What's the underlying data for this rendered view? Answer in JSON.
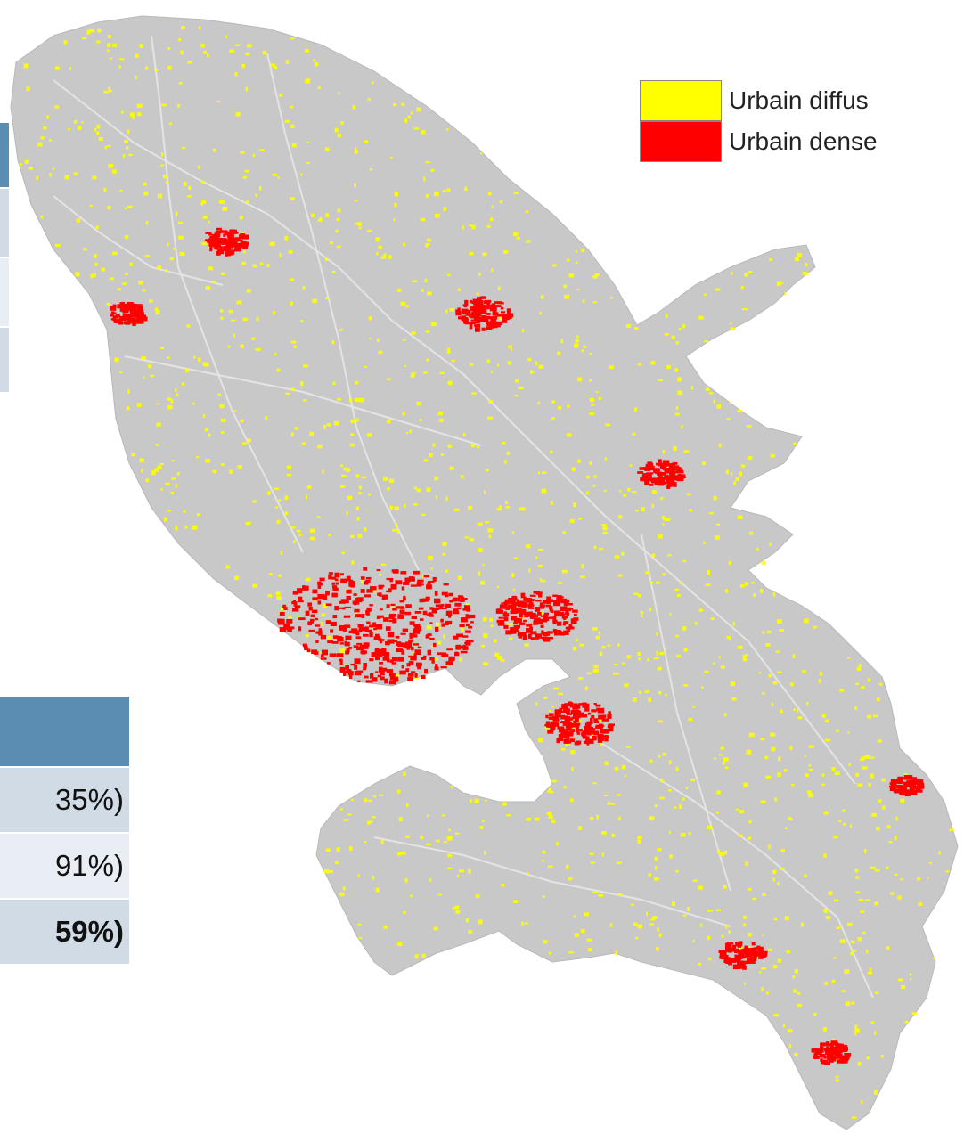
{
  "legend": {
    "items": [
      {
        "label": "Urbain diffus",
        "color": "#ffff00"
      },
      {
        "label": "Urbain dense",
        "color": "#ff0000"
      }
    ]
  },
  "colors": {
    "land": "#c8c8c8",
    "roads": "#e4e4e4",
    "table_header": "#5b8db2",
    "table_row_dark": "#d0dbe6",
    "table_row_light": "#e9eef4"
  },
  "table_bottom": {
    "rows": [
      {
        "text": "35%)"
      },
      {
        "text": "91%)"
      },
      {
        "text": "59%)"
      }
    ]
  }
}
